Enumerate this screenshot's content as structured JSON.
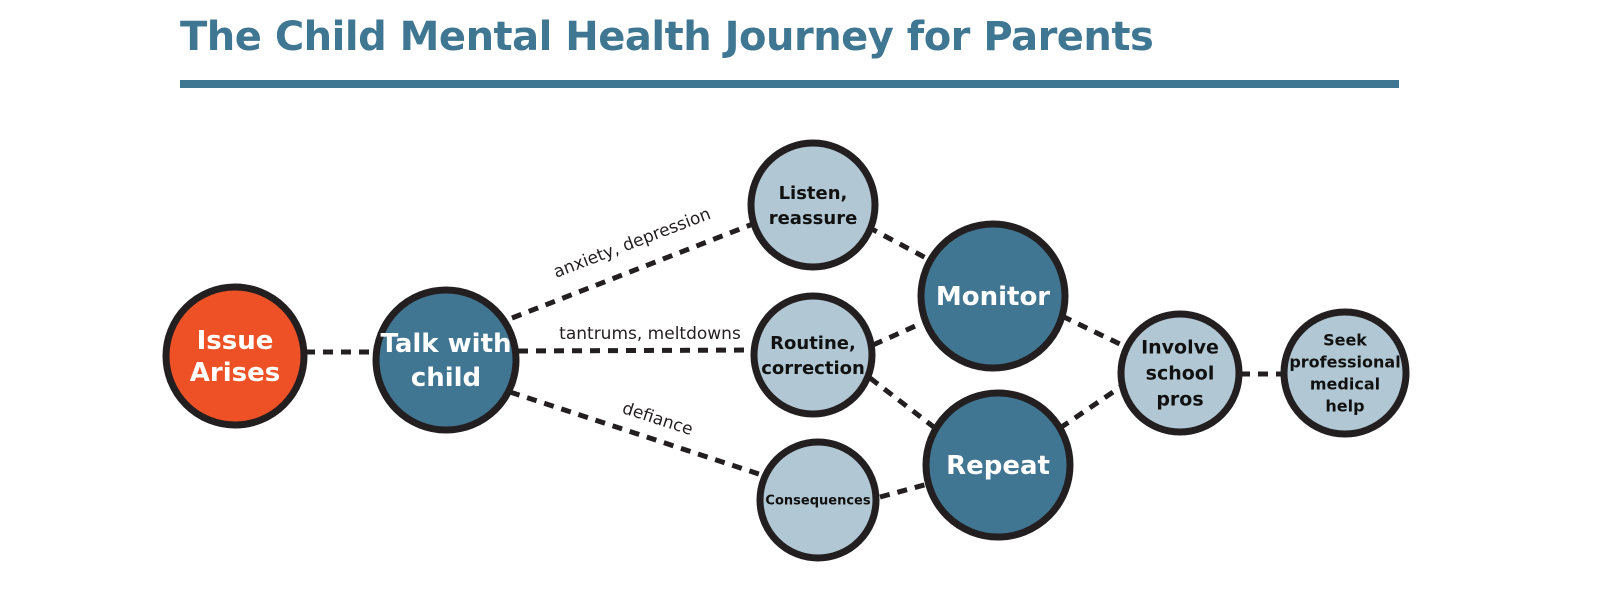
{
  "title": "The Child Mental Health Journey for Parents",
  "colors": {
    "title": "#3f7692",
    "orange": "#ee5125",
    "dark_blue": "#417693",
    "light_blue": "#b1c8d4",
    "outline": "#231f20"
  },
  "nodes": {
    "issue_arises": {
      "lines": [
        "Issue",
        "Arises"
      ],
      "fill": "orange"
    },
    "talk_with_child": {
      "lines": [
        "Talk with",
        "child"
      ],
      "fill": "dark_blue"
    },
    "listen_reassure": {
      "lines": [
        "Listen,",
        "reassure"
      ],
      "fill": "light_blue"
    },
    "routine_correction": {
      "lines": [
        "Routine,",
        "correction"
      ],
      "fill": "light_blue"
    },
    "consequences": {
      "lines": [
        "Consequences"
      ],
      "fill": "light_blue"
    },
    "monitor": {
      "lines": [
        "Monitor"
      ],
      "fill": "dark_blue"
    },
    "repeat": {
      "lines": [
        "Repeat"
      ],
      "fill": "dark_blue"
    },
    "involve_school_pros": {
      "lines": [
        "Involve",
        "school",
        "pros"
      ],
      "fill": "light_blue"
    },
    "seek_professional_help": {
      "lines": [
        "Seek",
        "professional",
        "medical",
        "help"
      ],
      "fill": "light_blue"
    }
  },
  "edge_labels": {
    "anxiety": "anxiety, depression",
    "tantrums": "tantrums, meltdowns",
    "defiance": "defiance"
  }
}
